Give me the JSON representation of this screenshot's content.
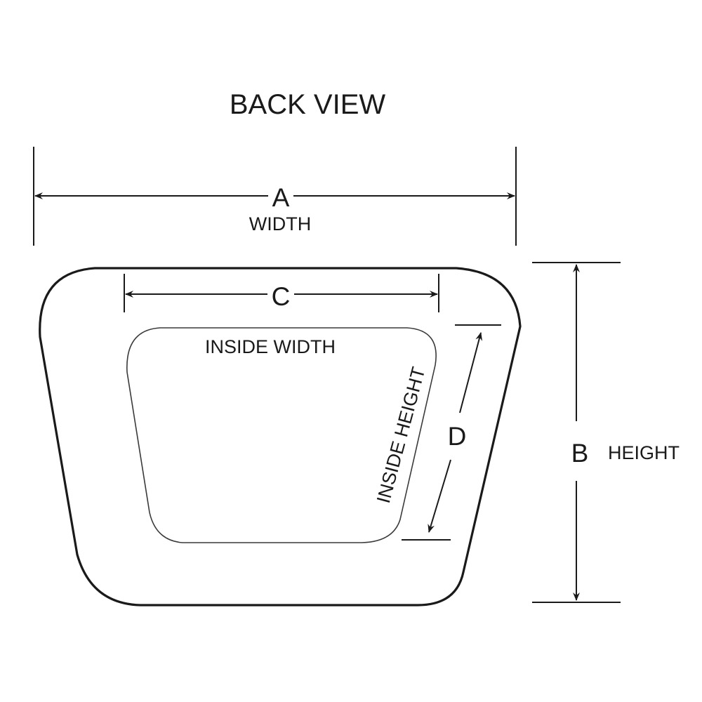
{
  "title": "BACK VIEW",
  "dimensions": {
    "a": {
      "letter": "A",
      "caption": "WIDTH"
    },
    "b": {
      "letter": "B",
      "caption": "HEIGHT"
    },
    "c": {
      "letter": "C",
      "caption": "INSIDE WIDTH"
    },
    "d": {
      "letter": "D",
      "caption": "INSIDE HEIGHT"
    }
  }
}
